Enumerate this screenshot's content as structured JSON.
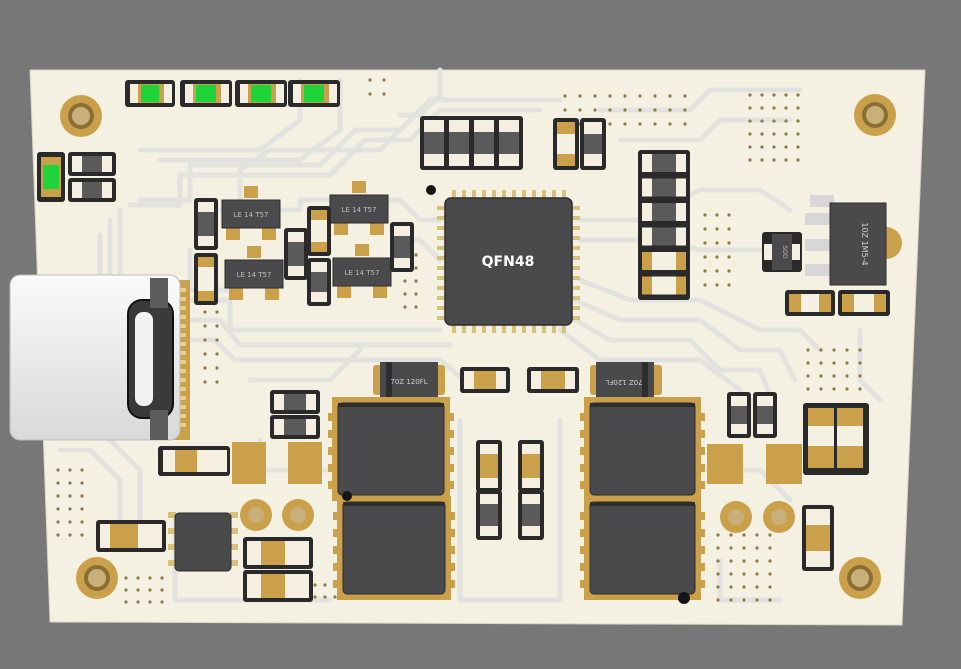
{
  "scene": {
    "description_free": true,
    "background_color": "#777777",
    "board_color": "#f5f1e2",
    "trace_color": "#e1e1df",
    "pad_gold": "#caa04a",
    "pad_copper": "#d7a84c",
    "chip_body": "#4a4a4c",
    "chip_pin": "#d8c27a",
    "led_green": "#1ed43a",
    "outline_black": "#141414",
    "connector_silver": "#f0f0f0"
  },
  "mcu": {
    "label": "QFN48"
  },
  "regulator": {
    "marking": "10Z 1M5-4"
  },
  "sot_packages": [
    {
      "marking": "LE 14 T57"
    },
    {
      "marking": "LE 14 T57"
    },
    {
      "marking": "LE 14 T57"
    },
    {
      "marking": "LE 14 T57"
    }
  ],
  "diodes": [
    {
      "marking": "70Z 120FL"
    },
    {
      "marking": "70Z 120FL"
    },
    {
      "marking": "SOD"
    }
  ],
  "icons": {
    "usb_connector": "usb-c-connector-icon",
    "led": "led-icon",
    "mounting_hole": "mounting-hole-icon"
  }
}
